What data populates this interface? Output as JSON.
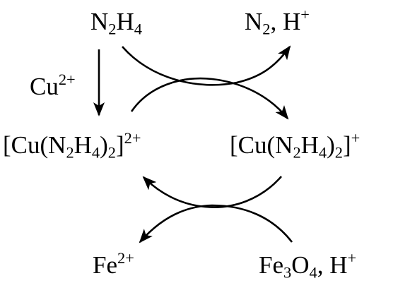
{
  "labels": {
    "hydrazine": {
      "p1": "N",
      "s1": "2",
      "p2": "H",
      "s2": "4"
    },
    "products_top": {
      "p1": "N",
      "s1": "2",
      "p2": ", H",
      "sup": "+"
    },
    "copper_ion": {
      "p1": "Cu",
      "sup": "2+"
    },
    "complex_cu2": {
      "p1": "[Cu(N",
      "s1": "2",
      "p2": "H",
      "s2": "4",
      "p3": ")",
      "s3": "2",
      "p4": "]",
      "sup": "2+"
    },
    "complex_cu1": {
      "p1": "[Cu(N",
      "s1": "2",
      "p2": "H",
      "s2": "4",
      "p3": ")",
      "s3": "2",
      "p4": "]",
      "sup": "+"
    },
    "iron_ion": {
      "p1": "Fe",
      "sup": "2+"
    },
    "magnetite": {
      "p1": "Fe",
      "s1": "3",
      "p2": "O",
      "s2": "4",
      "p3": ", H",
      "sup": "+"
    }
  },
  "colors": {
    "ink": "#000000",
    "background": "#ffffff"
  },
  "icons": [
    "arrow-hydrazine-to-complex-icon",
    "curved-arrow-hydrazine-to-products-icon",
    "curved-arrow-cu2-complex-to-cu1-complex-icon",
    "curved-arrow-cu1-complex-to-cu2-complex-icon",
    "curved-arrow-magnetite-to-iron-ion-icon"
  ]
}
